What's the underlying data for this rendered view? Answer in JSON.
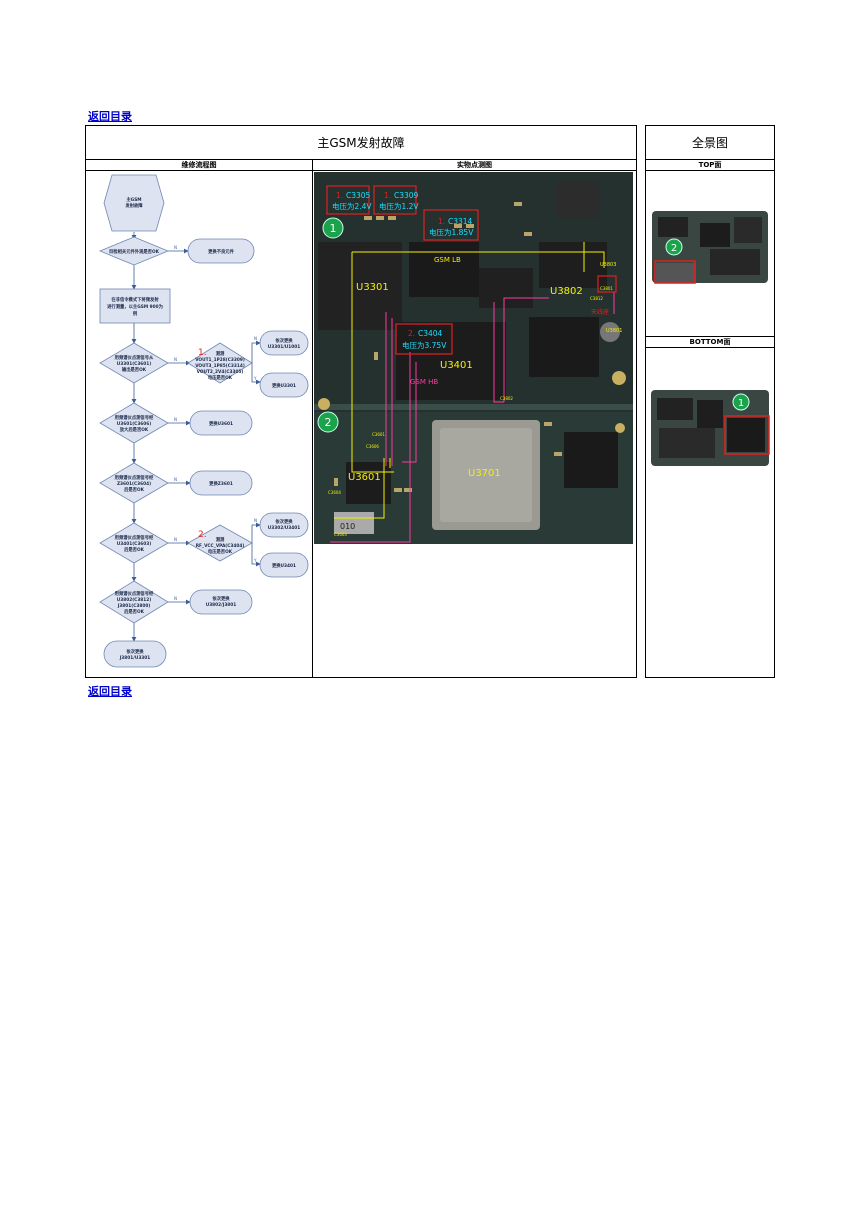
{
  "nav": {
    "back_top": "返回目录",
    "back_bottom": "返回目录"
  },
  "main": {
    "title": "主GSM发射故障",
    "col_flow": "维修流程图",
    "col_photo": "实物点测图"
  },
  "side": {
    "title": "全景图",
    "top_label": "TOP面",
    "bottom_label": "BOTTOM面",
    "top_marker": "2",
    "bottom_marker": "1"
  },
  "flow": {
    "start": [
      "主GSM",
      "发射故障"
    ],
    "d1": "目检相关元件外观是否OK",
    "r1": "更换不良元件",
    "p1": [
      "在非信令模式下将频发射",
      "进行测量，以主GSM 900为",
      "例"
    ],
    "d2": [
      "用频谱仪点测信号从",
      "U3301(C3601)",
      "输出是否OK"
    ],
    "r2a": [
      "依次更换",
      "U3301/U1001"
    ],
    "note1_num": "1.",
    "note1": [
      "测测",
      "VOUT1_1P28(C3309)",
      "VOUT3_1P85(C3314)",
      "VOUT2_2V4(C3305)",
      "电压是否OK"
    ],
    "r2b": "更换U3301",
    "d3": [
      "用频谱仪点测信号经",
      "U3601(C3606)",
      "放大后是否OK"
    ],
    "r3": "更换U3601",
    "d4": [
      "用频谱仪点测信号经",
      "Z3601(C3604)",
      "后是否OK"
    ],
    "r4": "更换Z3601",
    "d5": [
      "用频谱仪点测信号经",
      "U3401(C3603)",
      "后是否OK"
    ],
    "r5a": [
      "依次更换",
      "U3302/U3401"
    ],
    "note2_num": "2.",
    "note2": [
      "测测",
      "RF_VCC_VPA(C3404)",
      "电压是否OK"
    ],
    "r5b": "更换U3401",
    "d6": [
      "用频谱仪点测信号经",
      "U3802(C3812)",
      "J3801(C3800)",
      "后是否OK"
    ],
    "r6": [
      "依次更换",
      "U3802/J3801"
    ],
    "end": [
      "依次更换",
      "J3801/U3301"
    ]
  },
  "photo": {
    "labels": {
      "u3301": "U3301",
      "u3802": "U3802",
      "u3401": "U3401",
      "u3601": "U3601",
      "u3701": "U3701",
      "gsm_lb": "GSM LB",
      "gsm_hb": "GSM HB",
      "u3803": "U3803",
      "u3801": "U3801",
      "c3801": "C3801",
      "c3812": "C3812",
      "c3802": "C3802",
      "c3601": "C3601",
      "c3606": "C3606",
      "c3604": "C3604",
      "c3603": "C3603",
      "antenna": "天线座",
      "marker1": "1",
      "marker2": "2",
      "chip010": "010"
    },
    "callouts": [
      {
        "num": "1.",
        "ref": "C3305",
        "volt": "电压为2.4V"
      },
      {
        "num": "1.",
        "ref": "C3309",
        "volt": "电压为1.2V"
      },
      {
        "num": "1.",
        "ref": "C3314",
        "volt": "电压为1.85V"
      },
      {
        "num": "2.",
        "ref": "C3404",
        "volt": "电压为3.75V"
      }
    ]
  },
  "colors": {
    "flow_fill": "#dde3f0",
    "flow_stroke": "#6f86b4",
    "arrow": "#3d5d9a",
    "note_red": "#e02020",
    "callout_cyan": "#19e0ff",
    "trace_yellow": "#f5f000",
    "trace_pink": "#ff3aa0",
    "marker_green": "#1aa34a"
  }
}
